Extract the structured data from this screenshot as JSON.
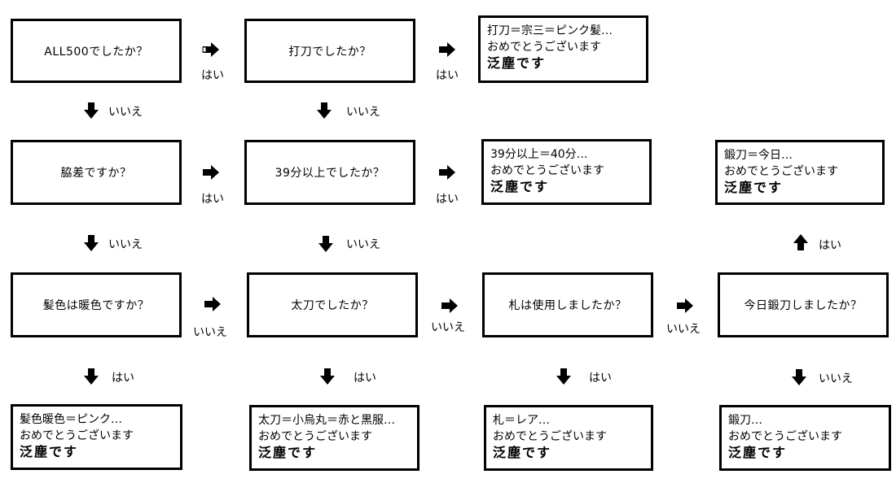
{
  "questions": {
    "q1": "ALL500でしたか？",
    "q2": "打刀でしたか？",
    "q3": "脇差ですか？",
    "q4": "39分以上でしたか？",
    "q5": "髪色は暖色ですか？",
    "q6": "太刀でしたか？",
    "q7": "札は使用しましたか？",
    "q8": "今日鍛刀しましたか？"
  },
  "results": {
    "r1": {
      "line1": "打刀＝宗三＝ピンク髪…",
      "line2": "おめでとうございます",
      "line3": "泛塵です"
    },
    "r2": {
      "line1": "39分以上＝40分…",
      "line2": "おめでとうございます",
      "line3": "泛塵です"
    },
    "r3": {
      "line1": "鍛刀＝今日…",
      "line2": "おめでとうございます",
      "line3": "泛塵です"
    },
    "r4": {
      "line1": "髪色暖色＝ピンク…",
      "line2": "おめでとうございます",
      "line3": "泛塵です"
    },
    "r5": {
      "line1": "太刀＝小烏丸＝赤と黒服…",
      "line2": "おめでとうございます",
      "line3": "泛塵です"
    },
    "r6": {
      "line1": "札＝レア…",
      "line2": "おめでとうございます",
      "line3": "泛塵です"
    },
    "r7": {
      "line1": "鍛刀…",
      "line2": "おめでとうございます",
      "line3": "泛塵です"
    }
  },
  "labels": {
    "yes": "はい",
    "no": "いいえ"
  },
  "icons": {
    "right": "arrow-right-icon",
    "down": "arrow-down-icon",
    "up": "arrow-up-icon"
  }
}
